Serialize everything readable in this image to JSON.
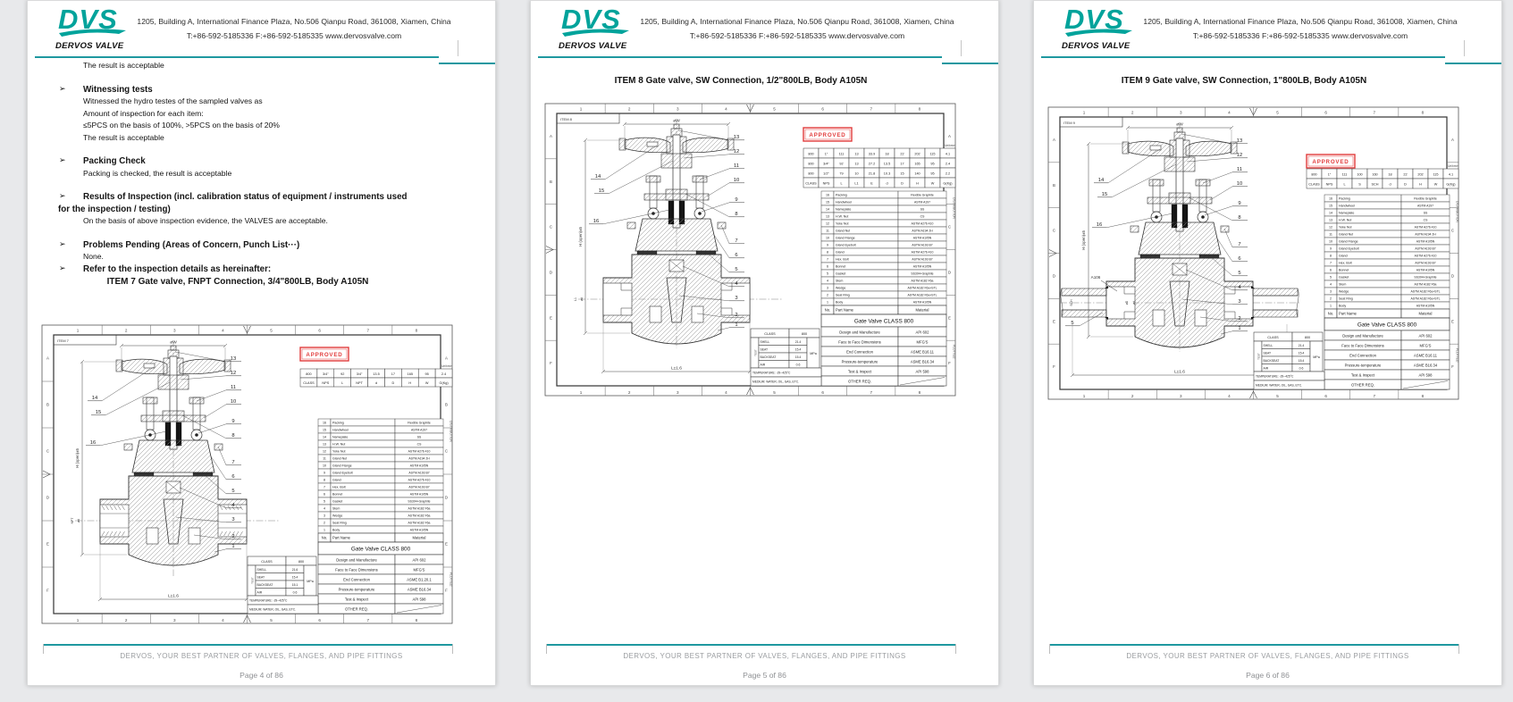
{
  "colors": {
    "brand_teal": "#00A39B",
    "header_rule_teal": "#1E98A0",
    "stamp_red": "#E23B3B",
    "footer_text": "#8F9194",
    "canvas_background": "#E8E9EB",
    "page_background": "#FFFFFF"
  },
  "header": {
    "logo_text": "DVS",
    "logo_subtext": "DERVOS VALVE",
    "address_line1": "1205, Building A, International Finance Plaza, No.506 Qianpu Road, 361008, Xiamen, China",
    "address_line2": "T:+86-592-5185336   F:+86-592-5185335   www.dervosvalve.com"
  },
  "footer": {
    "tagline": "DERVOS, YOUR BEST PARTNER OF VALVES, FLANGES, AND PIPE FITTINGS"
  },
  "drawing_frame": {
    "numbers": [
      "1",
      "2",
      "3",
      "4",
      "5",
      "6",
      "7",
      "8"
    ],
    "letters": [
      "A",
      "B",
      "C",
      "D",
      "E",
      "F"
    ]
  },
  "pages": [
    {
      "page_label": "Page 4 of 86",
      "body_lines": [
        {
          "type": "plain",
          "text": "The result is acceptable"
        },
        {
          "type": "space"
        },
        {
          "type": "bullet",
          "text": "Witnessing tests"
        },
        {
          "type": "plain",
          "text": "Witnessed the hydro testes of the sampled valves as"
        },
        {
          "type": "plain",
          "text": "Amount of inspection for each item:"
        },
        {
          "type": "plain",
          "text": "≤5PCS on the basis of 100%,    >5PCS on the basis of 20%"
        },
        {
          "type": "plain",
          "text": "The result is acceptable"
        },
        {
          "type": "space"
        },
        {
          "type": "bullet",
          "text": "Packing Check"
        },
        {
          "type": "plain",
          "text": "Packing is checked, the result is acceptable"
        },
        {
          "type": "space"
        },
        {
          "type": "bullet",
          "text": "Results of Inspection (incl. calibration status of equipment / instruments used"
        },
        {
          "type": "bullet-cont",
          "text": "for the inspection / testing)"
        },
        {
          "type": "plain",
          "text": "On the basis of above inspection evidence, the VALVES are acceptable."
        },
        {
          "type": "space"
        },
        {
          "type": "bullet",
          "text": "Problems Pending (Areas of Concern, Punch List···)"
        },
        {
          "type": "plain",
          "text": "None."
        },
        {
          "type": "bullet",
          "text": "Refer to the inspection details as hereinafter:"
        },
        {
          "type": "item-title",
          "text": "ITEM 7  Gate valve, FNPT Connection, 3/4\"800LB, Body A105N"
        }
      ],
      "drawing": {
        "item_label": "ITEM 7",
        "stamp": "APPROVED",
        "unit_note": "Unit:mm",
        "spec_table": {
          "header": [
            "CLASS",
            "NPS",
            "L",
            "NPT",
            "d",
            "D",
            "H",
            "W",
            "G(Kg)"
          ],
          "rows": [
            [
              "800",
              "3/4\"",
              "92",
              "3/4\"",
              "13.5",
              "17",
              "165",
              "95",
              "2.4"
            ]
          ]
        },
        "parts_table": {
          "header": [
            "No.",
            "Part Name",
            "Material"
          ],
          "rows": [
            [
              "16",
              "Packing",
              "Flexible Graphite"
            ],
            [
              "15",
              "Handwheel",
              "ASTM A197"
            ],
            [
              "14",
              "Nameplate",
              "SS"
            ],
            [
              "13",
              "H.W. Nut",
              "CS"
            ],
            [
              "12",
              "Yoke Nut",
              "ASTM A276 410"
            ],
            [
              "11",
              "Gland Nut",
              "ASTM A194 2H"
            ],
            [
              "10",
              "Gland Flange",
              "ASTM A105N"
            ],
            [
              "9",
              "Gland Eyebolt",
              "ASTM A193 B7"
            ],
            [
              "8",
              "Gland",
              "ASTM A276 410"
            ],
            [
              "7",
              "Hex. Bolt",
              "ASTM A193 B7"
            ],
            [
              "6",
              "Bonnet",
              "ASTM A105N"
            ],
            [
              "5",
              "Gasket",
              "SS304+Graphite"
            ],
            [
              "4",
              "Stem",
              "ASTM A182 F6a"
            ],
            [
              "3",
              "Wedge",
              "ASTM A182 F6a"
            ],
            [
              "2",
              "Seat Ring",
              "ASTM A182 F6a"
            ],
            [
              "1",
              "Body",
              "ASTM A105N"
            ]
          ]
        },
        "valve_title": "Gate Valve  CLASS 800",
        "info_rows": [
          [
            "Design and Manufacture",
            "API 602"
          ],
          [
            "Face to Face Dimensions",
            "MFG'S"
          ],
          [
            "End Connection",
            "ASME B1.20.1"
          ],
          [
            "Pressure-temperature",
            "ASME B16.34"
          ],
          [
            "Test & Inspect",
            "API 598"
          ],
          [
            "OTHER REQ.",
            ""
          ]
        ],
        "test_table": {
          "header": [
            "CLASS",
            "800"
          ],
          "side_label": "TEST",
          "unit": "MPa",
          "rows": [
            [
              "SHELL",
              "21.6"
            ],
            [
              "SEAT",
              "15.4"
            ],
            [
              "BACKSEAT",
              "15.1"
            ],
            [
              "AIR",
              "0.6"
            ]
          ]
        },
        "temperature": "TEMPERATURE: -29~425°C",
        "medium": "MEDIUM: WATER, OIL, GAS, ETC.",
        "callouts_right": [
          "13",
          "12",
          "11",
          "10",
          "9",
          "8",
          "7",
          "6",
          "5",
          "4",
          "3",
          "2",
          "1"
        ],
        "callouts_left": [
          "14",
          "15",
          "16"
        ],
        "dims": {
          "top": "øW",
          "left": "H (open)±5",
          "bottom": "L±1.6",
          "port_labels": [
            "NPT",
            "ød"
          ]
        },
        "side_texts": [
          "DISTRIBUTION",
          "PLOTTED:"
        ]
      }
    },
    {
      "page_label": "Page 5 of 86",
      "item_title": "ITEM 8  Gate valve, SW Connection, 1/2\"800LB, Body A105N",
      "drawing": {
        "item_label": "ITEM 8",
        "stamp": "APPROVED",
        "unit_note": "Unit:mm",
        "spec_table": {
          "header": [
            "CLASS",
            "NPS",
            "L",
            "L1",
            "E",
            "d",
            "D",
            "H",
            "W",
            "G(Kg)"
          ],
          "rows": [
            [
              "800",
              "1\"",
              "111",
              "13",
              "33.9",
              "18",
              "22",
              "202",
              "115",
              "4.1"
            ],
            [
              "800",
              "3/4\"",
              "92",
              "13",
              "27.2",
              "13.5",
              "17",
              "165",
              "95",
              "2.4"
            ],
            [
              "800",
              "1/2\"",
              "79",
              "10",
              "21.8",
              "10.3",
              "15",
              "140",
              "95",
              "2.2"
            ]
          ]
        },
        "parts_table": {
          "header": [
            "No.",
            "Part Name",
            "Material"
          ],
          "rows": [
            [
              "16",
              "Packing",
              "Flexible Graphite"
            ],
            [
              "15",
              "Handwheel",
              "ASTM A197"
            ],
            [
              "14",
              "Nameplate",
              "SS"
            ],
            [
              "13",
              "H.W. Nut",
              "CS"
            ],
            [
              "12",
              "Yoke Nut",
              "ASTM A276 410"
            ],
            [
              "11",
              "Gland Nut",
              "ASTM A194 2H"
            ],
            [
              "10",
              "Gland Flange",
              "ASTM A105N"
            ],
            [
              "9",
              "Gland Eyebolt",
              "ASTM A193 B7"
            ],
            [
              "8",
              "Gland",
              "ASTM A276 410"
            ],
            [
              "7",
              "Hex. Bolt",
              "ASTM A193 B7"
            ],
            [
              "6",
              "Bonnet",
              "ASTM A105N"
            ],
            [
              "5",
              "Gasket",
              "SS304+Graphite"
            ],
            [
              "4",
              "Stem",
              "ASTM A182 F6a"
            ],
            [
              "3",
              "Wedge",
              "ASTM A182 F6a+STL"
            ],
            [
              "2",
              "Seat Ring",
              "ASTM A182 F6a+STL"
            ],
            [
              "1",
              "Body",
              "ASTM A105N"
            ]
          ]
        },
        "valve_title": "Gate Valve  CLASS 800",
        "info_rows": [
          [
            "Design and Manufacture",
            "API 602"
          ],
          [
            "Face to Face Dimensions",
            "MFG'S"
          ],
          [
            "End Connection",
            "ASME B16.11"
          ],
          [
            "Pressure-temperature",
            "ASME B16.34"
          ],
          [
            "Test & Inspect",
            "API 598"
          ],
          [
            "OTHER REQ.",
            ""
          ]
        ],
        "test_table": {
          "header": [
            "CLASS",
            "800"
          ],
          "side_label": "TEST",
          "unit": "MPa",
          "rows": [
            [
              "SHELL",
              "21.4"
            ],
            [
              "SEAT",
              "15.4"
            ],
            [
              "BACKSEAT",
              "15.4"
            ],
            [
              "AIR",
              "0.6"
            ]
          ]
        },
        "temperature": "TEMPERATURE: -29~425°C",
        "medium": "MEDIUM: WATER, OIL, GAS, ETC.",
        "callouts_right": [
          "13",
          "12",
          "11",
          "10",
          "9",
          "8",
          "7",
          "6",
          "5",
          "4",
          "3",
          "2",
          "1"
        ],
        "callouts_left": [
          "14",
          "15",
          "16"
        ],
        "dims": {
          "top": "øW",
          "left": "H (open)±5",
          "bottom": "L±1.6",
          "port_labels": [
            "L1",
            "ød"
          ]
        },
        "side_texts": [
          "DISTRIBUTION",
          "PLOTTED:"
        ]
      }
    },
    {
      "page_label": "Page 6 of 86",
      "item_title": "ITEM 9  Gate valve, SW Connection, 1\"800LB, Body A105N",
      "drawing": {
        "item_label": "ITEM 9",
        "stamp": "APPROVED",
        "unit_note": "Unit:mm",
        "spec_table": {
          "header": [
            "CLASS",
            "NPS",
            "L",
            "S",
            "SCH",
            "d",
            "D",
            "H",
            "W",
            "G(Kg)"
          ],
          "rows": [
            [
              "800",
              "1\"",
              "111",
              "100",
              "160",
              "18",
              "22",
              "202",
              "115",
              "4.1"
            ]
          ]
        },
        "parts_table": {
          "header": [
            "No.",
            "Part Name",
            "Material"
          ],
          "rows": [
            [
              "16",
              "Packing",
              "Flexible Graphite"
            ],
            [
              "15",
              "Handwheel",
              "ASTM A197"
            ],
            [
              "14",
              "Nameplate",
              "SS"
            ],
            [
              "13",
              "H.W. Nut",
              "CS"
            ],
            [
              "12",
              "Yoke Nut",
              "ASTM A276 410"
            ],
            [
              "11",
              "Gland Nut",
              "ASTM A194 2H"
            ],
            [
              "10",
              "Gland Flange",
              "ASTM A105N"
            ],
            [
              "9",
              "Gland Eyebolt",
              "ASTM A193 B7"
            ],
            [
              "8",
              "Gland",
              "ASTM A276 410"
            ],
            [
              "7",
              "Hex. Bolt",
              "ASTM A193 B7"
            ],
            [
              "6",
              "Bonnet",
              "ASTM A105N"
            ],
            [
              "5",
              "Gasket",
              "SS304+Graphite"
            ],
            [
              "4",
              "Stem",
              "ASTM A182 F6a"
            ],
            [
              "3",
              "Wedge",
              "ASTM A182 F6a+STL"
            ],
            [
              "2",
              "Seat Ring",
              "ASTM A182 F6a+STL"
            ],
            [
              "1",
              "Body",
              "ASTM A105N"
            ]
          ]
        },
        "valve_title": "Gate Valve  CLASS 800",
        "info_rows": [
          [
            "Design and Manufacture",
            "API 602"
          ],
          [
            "Face to Face Dimensions",
            "MFG'S"
          ],
          [
            "End Connection",
            "ASME B16.11"
          ],
          [
            "Pressure-temperature",
            "ASME B16.34"
          ],
          [
            "Test & Inspect",
            "API 598"
          ],
          [
            "OTHER REQ.",
            ""
          ]
        ],
        "test_table": {
          "header": [
            "CLASS",
            "800"
          ],
          "side_label": "TEST",
          "unit": "MPa",
          "rows": [
            [
              "SHELL",
              "21.4"
            ],
            [
              "SEAT",
              "15.4"
            ],
            [
              "BACKSEAT",
              "15.4"
            ],
            [
              "AIR",
              "0.6"
            ]
          ]
        },
        "temperature": "TEMPERATURE: -29~425°C",
        "medium": "MEDIUM: WATER, OIL, GAS, ETC.",
        "callouts_right": [
          "13",
          "12",
          "11",
          "10",
          "9",
          "8",
          "7",
          "6",
          "5",
          "4",
          "3",
          "2",
          "1"
        ],
        "callouts_left": [
          "14",
          "15",
          "16",
          "5"
        ],
        "dims": {
          "top": "øW",
          "left": "H (open)±5",
          "bottom": "L±1.6",
          "port_labels": [
            "SCH",
            "øD",
            "ød"
          ],
          "pipe_label": "A106"
        },
        "side_texts": [
          "DISTRIBUTION",
          "PLOTTED:"
        ]
      }
    }
  ]
}
